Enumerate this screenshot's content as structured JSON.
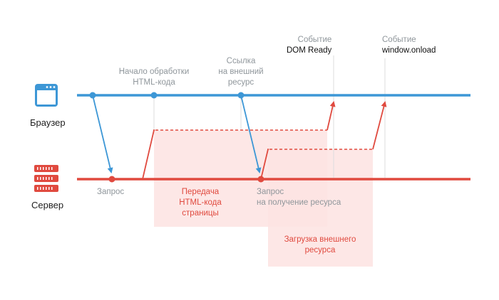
{
  "actors": {
    "browser": {
      "label": "Браузер",
      "color": "#3d97d6"
    },
    "server": {
      "label": "Сервер",
      "color": "#e04a3f"
    }
  },
  "annotations": {
    "html_start": [
      "Начало обработки",
      "HTML-кода"
    ],
    "external_link": [
      "Ссылка",
      "на внешний",
      "ресурс"
    ],
    "dom_ready": {
      "line1": "Событие",
      "line2": "DOM Ready"
    },
    "window_onload": {
      "line1": "Событие",
      "line2": "window.onload"
    },
    "request": "Запрос",
    "resource_request": [
      "Запрос",
      "на получение ресурса"
    ],
    "html_transfer": [
      "Передача",
      "HTML-кода",
      "страницы"
    ],
    "external_load": [
      "Загрузка внешнего",
      "ресурса"
    ]
  },
  "colors": {
    "browser_line": "#3d97d6",
    "server_line": "#e04a3f",
    "shading": "#fde3e2",
    "muted_text": "#8f969b"
  }
}
